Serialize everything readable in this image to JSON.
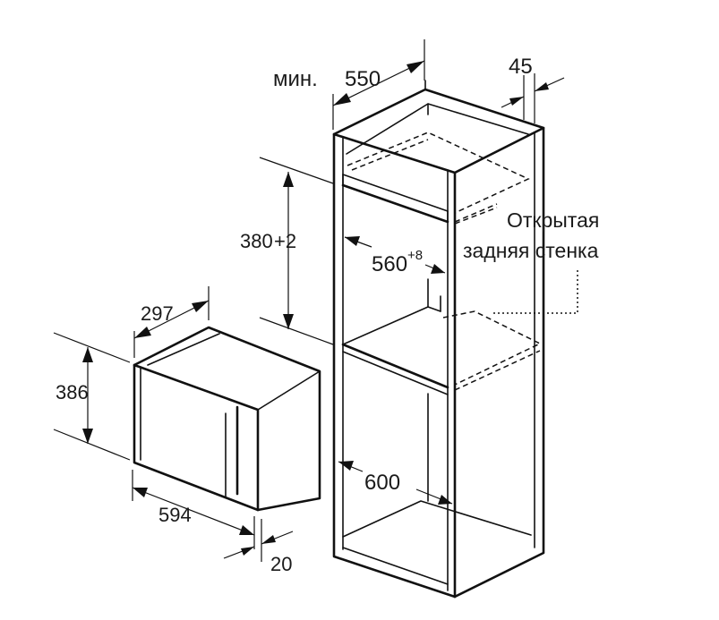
{
  "dimensions": {
    "cabinet_depth_prefix": "мин.",
    "cabinet_depth": "550",
    "side_gap": "45",
    "niche_height": "380",
    "niche_height_tolerance": "+2",
    "niche_width": "560",
    "niche_width_tolerance": "+8",
    "cabinet_width": "600",
    "oven_depth": "297",
    "oven_height": "386",
    "oven_width": "594",
    "front_overhang": "20"
  },
  "notes": {
    "open_back_line1": "Открытая",
    "open_back_line2": "задняя стенка"
  }
}
